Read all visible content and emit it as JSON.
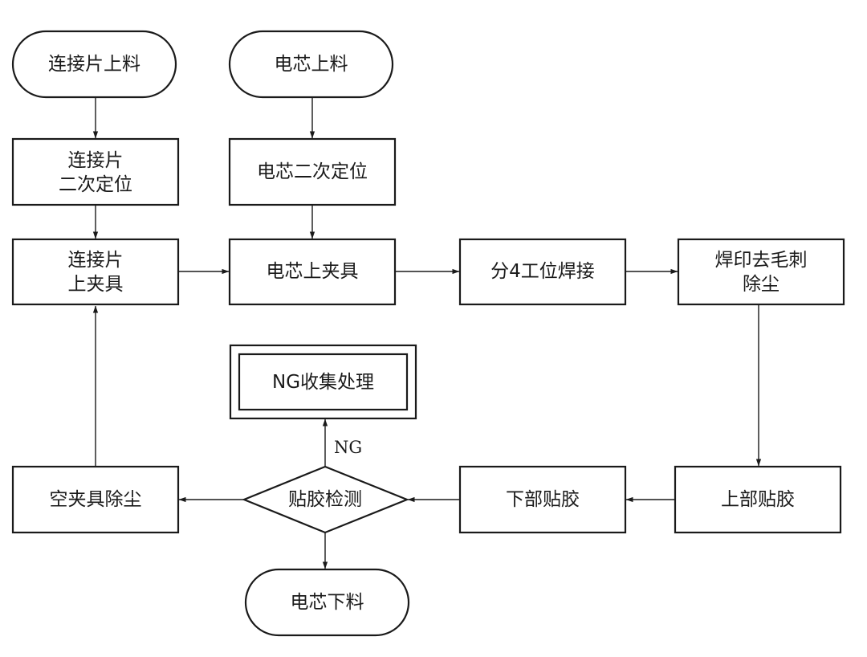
{
  "diagram": {
    "nodes": {
      "connector_feed": "连接片上料",
      "cell_feed": "电芯上料",
      "connector_position": [
        "连接片",
        "二次定位"
      ],
      "cell_position": "电芯二次定位",
      "connector_fixture": [
        "连接片",
        "上夹具"
      ],
      "cell_fixture": "电芯上夹具",
      "welding": "分4工位焊接",
      "deburr": [
        "焊印去毛刺",
        "除尘"
      ],
      "ng_handling": "NG收集处理",
      "empty_fixture_clean": "空夹具除尘",
      "tape_inspection": "贴胶检测",
      "bottom_tape": "下部贴胶",
      "top_tape": "上部贴胶",
      "cell_unload": "电芯下料"
    },
    "edge_labels": {
      "ng": "NG"
    },
    "colors": {
      "stroke": "#1a1a1a",
      "fill": "#ffffff",
      "text": "#1a1a1a"
    }
  }
}
